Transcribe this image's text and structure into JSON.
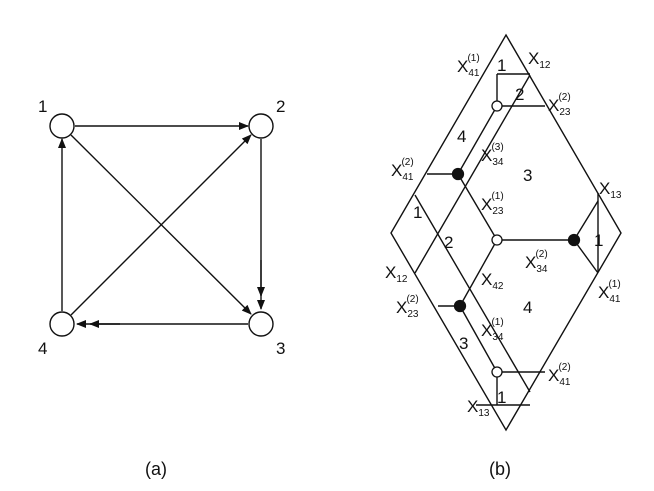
{
  "panel_a": {
    "caption": "(a)",
    "nodes": [
      "1",
      "2",
      "3",
      "4"
    ]
  },
  "panel_b": {
    "caption": "(b)",
    "faces": {
      "top_1": "1",
      "top_2": "2",
      "upper_4": "4",
      "center_3": "3",
      "left_1": "1",
      "center_2": "2",
      "right_1": "1",
      "lower_4": "4",
      "lower_3": "3",
      "bottom_1": "1"
    },
    "labels": {
      "x41_1_top": {
        "base": "X",
        "sub": "41",
        "sup": "(1)"
      },
      "x12_top": {
        "base": "X",
        "sub": "12",
        "sup": ""
      },
      "x23_2_right": {
        "base": "X",
        "sub": "23",
        "sup": "(2)"
      },
      "x34_3": {
        "base": "X",
        "sub": "34",
        "sup": "(3)"
      },
      "x41_2_left": {
        "base": "X",
        "sub": "41",
        "sup": "(2)"
      },
      "x23_1": {
        "base": "X",
        "sub": "23",
        "sup": "(1)"
      },
      "x13_right": {
        "base": "X",
        "sub": "13",
        "sup": ""
      },
      "x34_2": {
        "base": "X",
        "sub": "34",
        "sup": "(2)"
      },
      "x12_left": {
        "base": "X",
        "sub": "12",
        "sup": ""
      },
      "x42": {
        "base": "X",
        "sub": "42",
        "sup": ""
      },
      "x41_1_right": {
        "base": "X",
        "sub": "41",
        "sup": "(1)"
      },
      "x23_2_left": {
        "base": "X",
        "sub": "23",
        "sup": "(2)"
      },
      "x34_1": {
        "base": "X",
        "sub": "34",
        "sup": "(1)"
      },
      "x41_2_bottom": {
        "base": "X",
        "sub": "41",
        "sup": "(2)"
      },
      "x13_bottom": {
        "base": "X",
        "sub": "13",
        "sup": ""
      }
    }
  }
}
